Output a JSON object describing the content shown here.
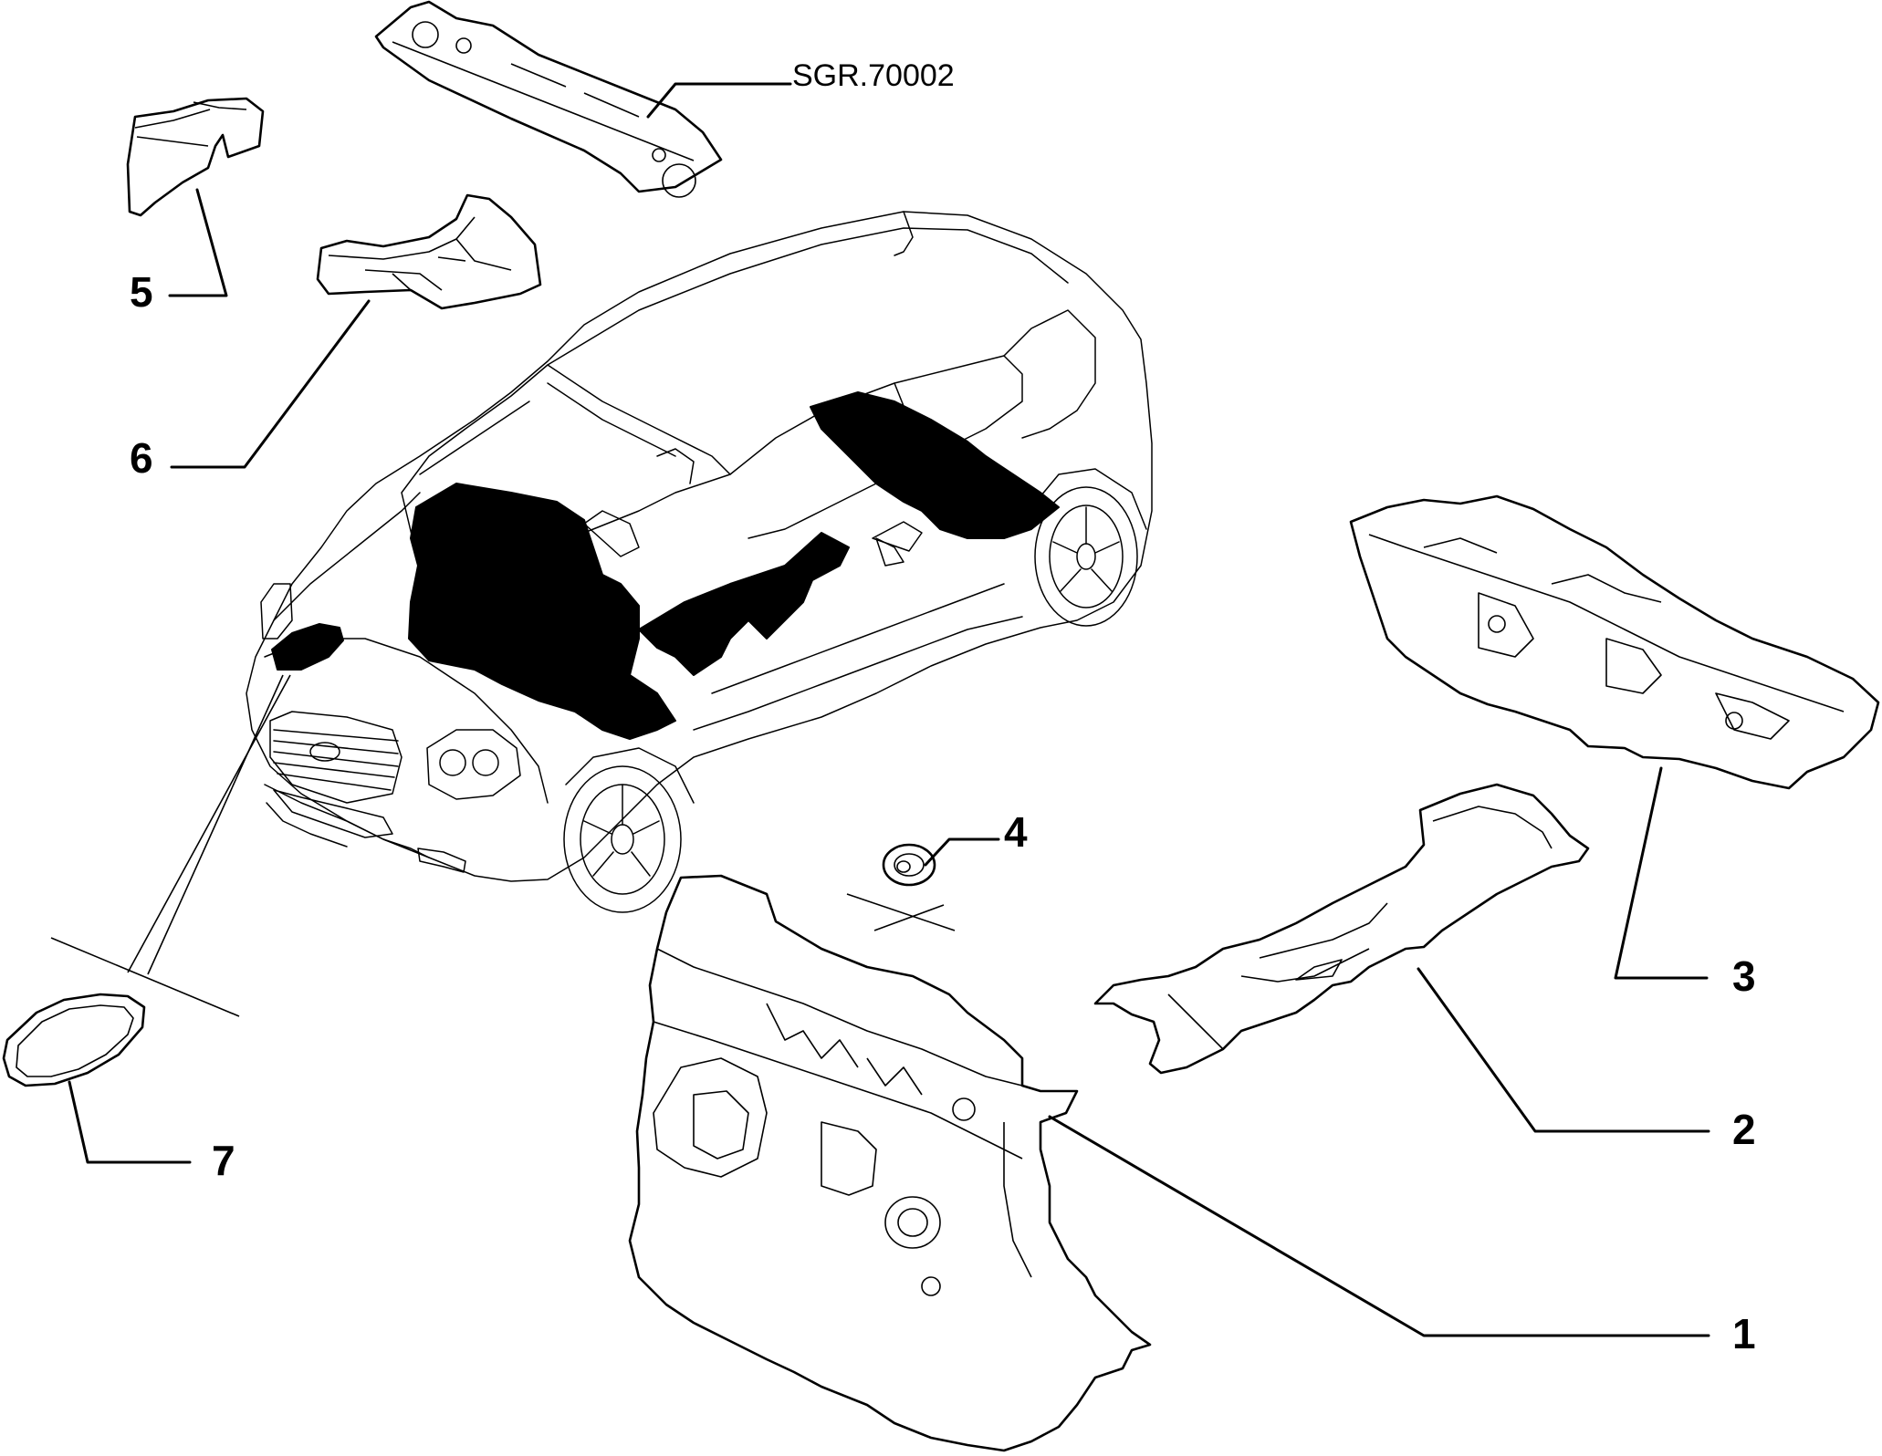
{
  "diagram": {
    "reference_code": "SGR.70002",
    "callouts": [
      {
        "id": "1",
        "label": "1"
      },
      {
        "id": "2",
        "label": "2"
      },
      {
        "id": "3",
        "label": "3"
      },
      {
        "id": "4",
        "label": "4"
      },
      {
        "id": "5",
        "label": "5"
      },
      {
        "id": "6",
        "label": "6"
      },
      {
        "id": "7",
        "label": "7"
      }
    ]
  }
}
